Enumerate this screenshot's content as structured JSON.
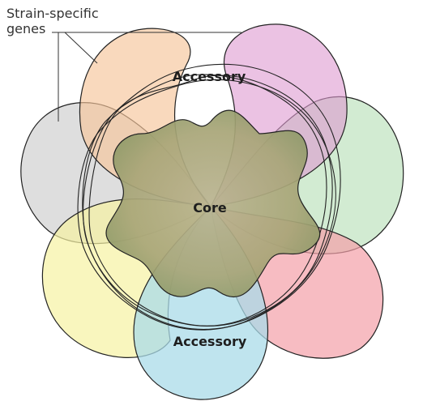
{
  "annotation": {
    "line1": "Strain-specific",
    "line2": "genes"
  },
  "labels": {
    "accessory_top": "Accessory",
    "core": "Core",
    "accessory_bottom": "Accessory"
  },
  "colors": {
    "petals": [
      "#f6c49a",
      "#dd9ad0",
      "#bfe3bf",
      "#f3a0a8",
      "#a9dbe8",
      "#f7f2a3",
      "#c8c8c8"
    ],
    "core_center": "#b7b08a",
    "core_edge": "#8e9a6a",
    "outline": "#222222"
  }
}
